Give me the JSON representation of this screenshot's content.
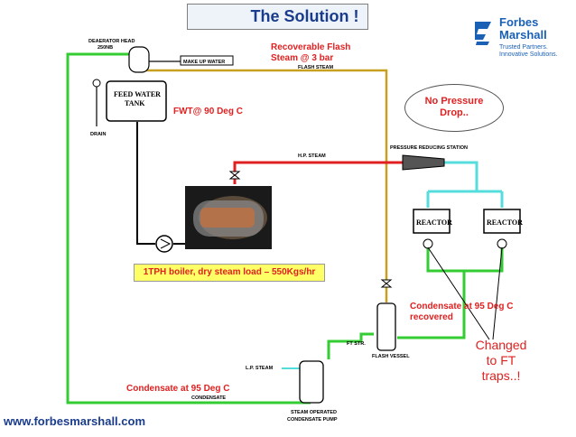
{
  "title": "The Solution !",
  "brand": {
    "name_line1": "Forbes",
    "name_line2": "Marshall",
    "tagline_line1": "Trusted Partners.",
    "tagline_line2": "Innovative Solutions.",
    "color": "#1a60b5"
  },
  "labels": {
    "recoverable_flash_line1": "Recoverable Flash",
    "recoverable_flash_line2": "Steam @ 3 bar",
    "fwt": "FWT@ 90 Deg C",
    "no_pressure_line1": "No Pressure",
    "no_pressure_line2": "Drop..",
    "boiler": "1TPH boiler, dry steam load – 550Kgs/hr",
    "condensate_recovered_line1": "Condensate at 95 Deg C",
    "condensate_recovered_line2": "recovered",
    "condensate_95": "Condensate at 95 Deg C",
    "changed_line1": "Changed",
    "changed_line2": "to FT",
    "changed_line3": "traps..!",
    "footer": "www.forbesmarshall.com"
  },
  "diagram_text": {
    "deaerator_head_line1": "DEAERATOR HEAD",
    "deaerator_head_line2": "250NB",
    "make_up_water": "MAKE UP WATER",
    "feed_water_tank_line1": "FEED WATER",
    "feed_water_tank_line2": "TANK",
    "drain": "DRAIN",
    "flash_steam": "FLASH STEAM",
    "hp_steam": "H.P. STEAM",
    "pressure_reducing_station": "PRESSURE REDUCING STATION",
    "reactor": "REACTOR",
    "ft_str": "FT STR.",
    "flash_vessel": "FLASH VESSEL",
    "lp_steam": "L.P. STEAM",
    "condensate": "CONDENSATE",
    "pump_line1": "STEAM OPERATED",
    "pump_line2": "CONDENSATE PUMP"
  },
  "colors": {
    "condensate_line": "#33cc33",
    "hp_steam_line": "#e02020",
    "flash_steam_line": "#c8a020",
    "low_pressure_line": "#55dddd",
    "feed_line": "#000000",
    "accent_red": "#e02020",
    "title_blue": "#1a3c8c"
  }
}
